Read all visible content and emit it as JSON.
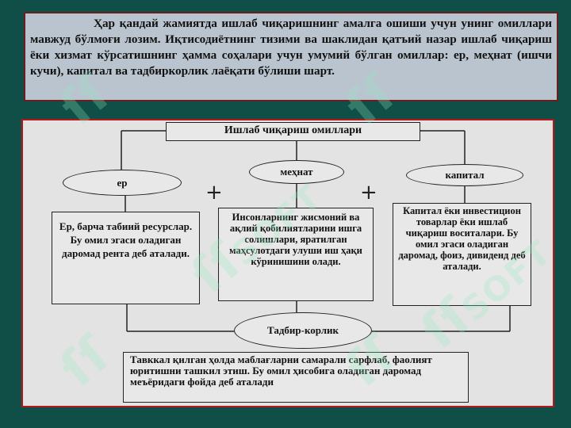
{
  "intro_text": "Ҳар қандай жамиятда ишлаб чиқаришнинг амалга ошиши учун унинг омиллари мавжуд бўлмоғи лозим. Иқтисодиётнинг тизими ва шаклидан қатъий назар ишлаб чиқариш ёки хизмат кўрсатишнинг ҳамма соҳалари учун умумий бўлган омиллар: ер, меҳнат (ишчи кучи), капитал ва тадбиркорлик лаёқати бўлиши шарт.",
  "diagram": {
    "title": "Ишлаб чиқариш омиллари",
    "factors": [
      {
        "label": "ер",
        "description": "Ер, барча табиий ресурслар. Бу омил эгаси оладиган даромад рента деб аталади."
      },
      {
        "label": "меҳнат",
        "description": "Инсонларнинг жисмоний ва ақлий қобилиятларини ишга солишлари, яратилган маҳсулотдаги улуши иш ҳақи кўринишини олади."
      },
      {
        "label": "капитал",
        "description": "Капитал ёки инвестицион товарлар ёки ишлаб чиқариш воситалари. Бу омил эгаси оладиган даромад, фоиз, дивиденд деб аталади."
      }
    ],
    "plus_symbol": "+",
    "entrepreneurship": {
      "label": "Тадбир-корлик",
      "description": "Тавккал қилган ҳолда маблағларни самарали сарфлаб, фаолият юритишни ташкил этиш. Бу омил ҳисобига оладиган даромад меъёридаги фойда деб аталади"
    }
  },
  "watermark": {
    "mark": "ſſ",
    "text": "SOFT"
  }
}
